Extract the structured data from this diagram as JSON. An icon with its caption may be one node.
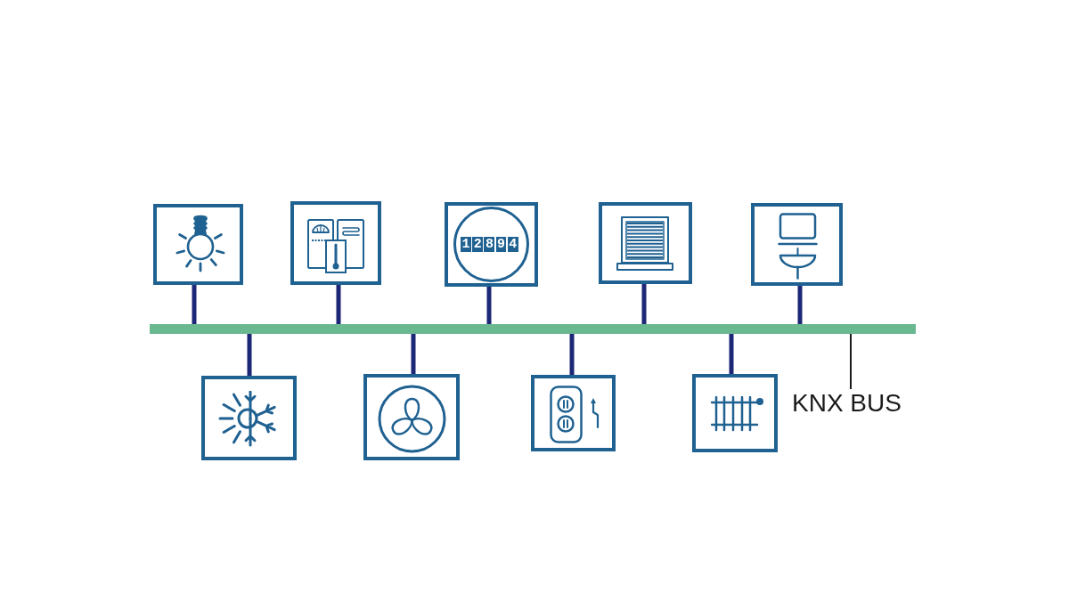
{
  "diagram": {
    "nodes": [
      {
        "text": [],
        "shape": "picture"
      },
      {
        "text": [],
        "shape": "picture"
      },
      {
        "text": [
          "12894"
        ]
      },
      {
        "text": [],
        "shape": "picture"
      },
      {
        "text": [],
        "shape": "picture"
      },
      {
        "text": [],
        "shape": "bar"
      },
      {
        "text": [],
        "shape": "picture"
      },
      {
        "text": [],
        "shape": "picture"
      },
      {
        "text": [],
        "shape": "picture"
      },
      {
        "text": [],
        "shape": "picture"
      },
      {
        "text": [
          "KNX BUS"
        ]
      }
    ],
    "edges": [
      {
        "from": 0,
        "to": 5,
        "arrow": "none"
      },
      {
        "from": 1,
        "to": 5,
        "arrow": "none"
      },
      {
        "from": 2,
        "to": 5,
        "arrow": "none"
      },
      {
        "from": 3,
        "to": 5,
        "arrow": "none"
      },
      {
        "from": 4,
        "to": 5,
        "arrow": "none"
      },
      {
        "from": 6,
        "to": 5,
        "arrow": "none"
      },
      {
        "from": 7,
        "to": 5,
        "arrow": "none"
      },
      {
        "from": 8,
        "to": 5,
        "arrow": "none"
      },
      {
        "from": 9,
        "to": 5,
        "arrow": "none"
      },
      {
        "from": 10,
        "to": 5,
        "arrow": "none",
        "color": "#1a1a1a"
      }
    ]
  }
}
